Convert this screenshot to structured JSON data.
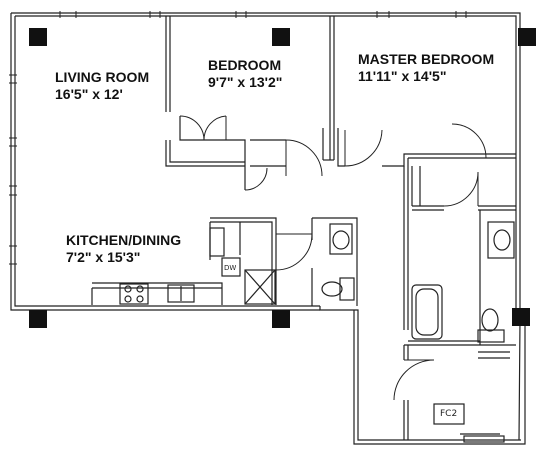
{
  "rooms": {
    "living": {
      "name": "LIVING ROOM",
      "dims": "16'5\" x 12'"
    },
    "bedroom": {
      "name": "BEDROOM",
      "dims": "9'7\" x 13'2\""
    },
    "master": {
      "name": "MASTER BEDROOM",
      "dims": "11'11\" x 14'5\""
    },
    "kitchen": {
      "name": "KITCHEN/DINING",
      "dims": "7'2\" x 15'3\""
    }
  },
  "fixtures": {
    "dishwasher": "DW",
    "fan_coil": "FC2"
  }
}
